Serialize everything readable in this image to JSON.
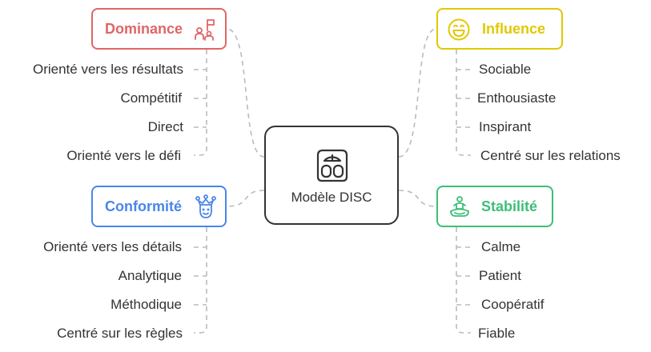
{
  "center": {
    "title": "Modèle DISC",
    "icon": "scale-icon"
  },
  "colors": {
    "dominance": "#E06666",
    "influence": "#E2C800",
    "conformite": "#4A86E8",
    "stabilite": "#3DBE78",
    "connector": "#BBBBBB",
    "text": "#333333"
  },
  "branches": {
    "dominance": {
      "title": "Dominance",
      "icon": "people-flag-icon",
      "items": [
        "Orienté vers les résultats",
        "Compétitif",
        "Direct",
        "Orienté vers le défi"
      ]
    },
    "influence": {
      "title": "Influence",
      "icon": "smiley-icon",
      "items": [
        "Sociable",
        "Enthousiaste",
        "Inspirant",
        "Centré sur les relations"
      ]
    },
    "conformite": {
      "title": "Conformité",
      "icon": "crown-face-icon",
      "items": [
        "Orienté vers les détails",
        "Analytique",
        "Méthodique",
        "Centré sur les règles"
      ]
    },
    "stabilite": {
      "title": "Stabilité",
      "icon": "meditation-icon",
      "items": [
        "Calme",
        "Patient",
        "Coopératif",
        "Fiable"
      ]
    }
  }
}
